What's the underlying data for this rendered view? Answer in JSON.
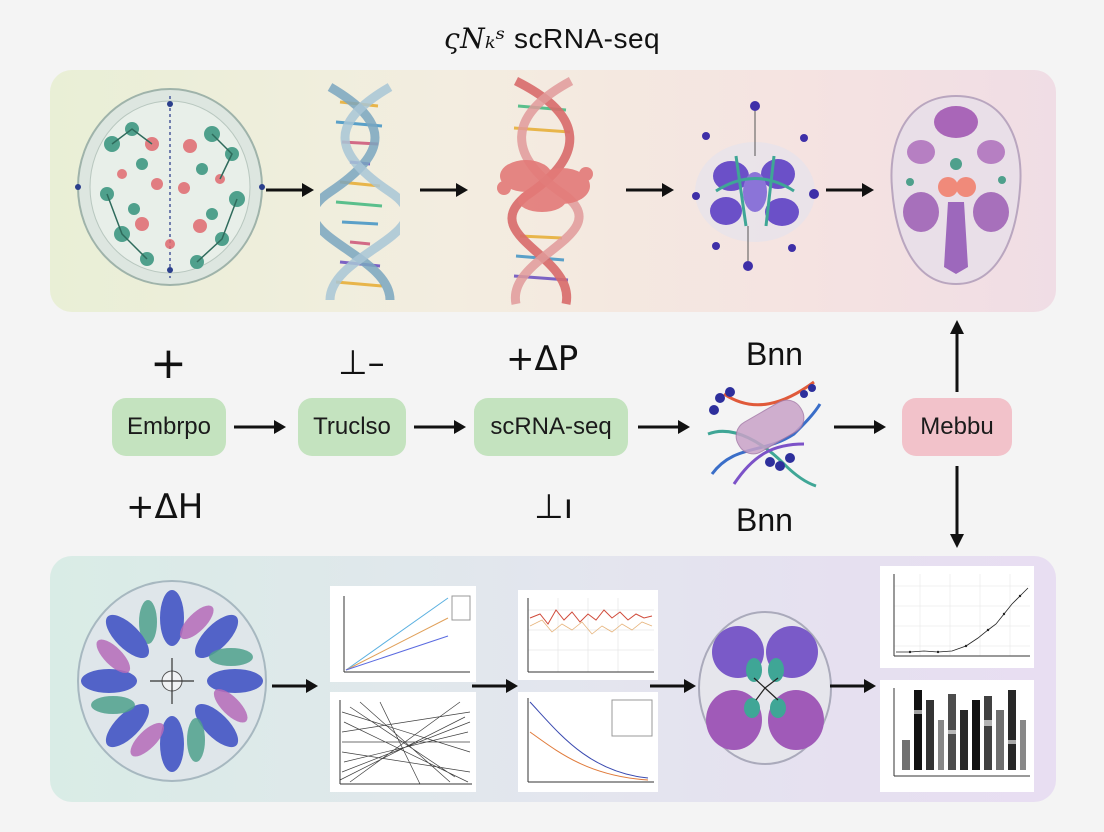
{
  "title": {
    "glyph": "ςNₖˢ",
    "text": "scRNA-seq"
  },
  "flow": {
    "nodes": [
      {
        "label": "Embrpo",
        "color": "#c4e3bf"
      },
      {
        "label": "Truclso",
        "color": "#c4e3bf"
      },
      {
        "label": "scRNA-seq",
        "color": "#c4e3bf"
      },
      {
        "label": "Mebbu",
        "color": "#f2c2ca"
      }
    ],
    "protein_labels": {
      "top": "Bnn",
      "bottom": "Bnn"
    },
    "symbols": {
      "above_embryo": "+",
      "below_embryo": "+ΔH",
      "above_truclso": "⊥–",
      "above_scrna": "+ΔP",
      "below_scrna": "⊥ı"
    }
  },
  "top_panel": {
    "images": [
      {
        "name": "embryo-cross-section-image"
      },
      {
        "name": "dna-helix-image"
      },
      {
        "name": "dna-protein-complex-image"
      },
      {
        "name": "cell-cluster-image"
      },
      {
        "name": "organ-section-image"
      }
    ]
  },
  "bottom_panel": {
    "images": [
      {
        "name": "radial-cell-structure-image"
      },
      {
        "name": "line-chart-thumbnail"
      },
      {
        "name": "scatter-mesh-thumbnail"
      },
      {
        "name": "fluctuation-chart-thumbnail"
      },
      {
        "name": "decay-curve-thumbnail"
      },
      {
        "name": "lobed-organ-image"
      },
      {
        "name": "rising-scatter-thumbnail"
      },
      {
        "name": "heatmap-thumbnail"
      }
    ]
  },
  "colors": {
    "node_green": "#c4e3bf",
    "node_pink": "#f2c2ca",
    "arrow": "#111111"
  }
}
